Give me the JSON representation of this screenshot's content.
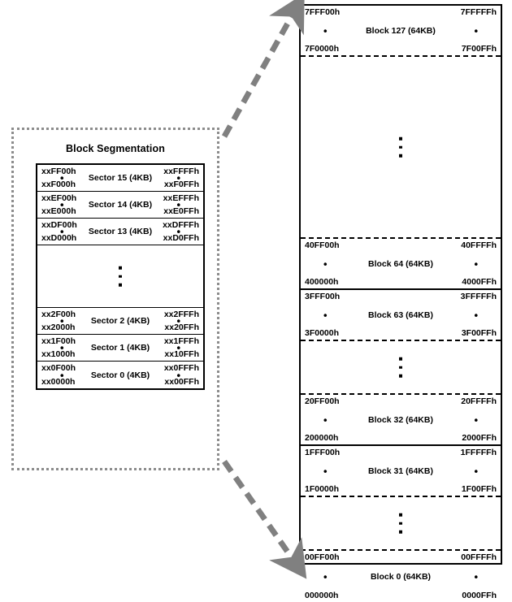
{
  "left_panel": {
    "title": "Block Segmentation",
    "sectors": [
      {
        "top_left": "xxFF00h",
        "bottom_left": "xxF000h",
        "label": "Sector 15 (4KB)",
        "top_right": "xxFFFFh",
        "bottom_right": "xxF0FFh"
      },
      {
        "top_left": "xxEF00h",
        "bottom_left": "xxE000h",
        "label": "Sector 14 (4KB)",
        "top_right": "xxEFFFh",
        "bottom_right": "xxE0FFh"
      },
      {
        "top_left": "xxDF00h",
        "bottom_left": "xxD000h",
        "label": "Sector 13 (4KB)",
        "top_right": "xxDFFFh",
        "bottom_right": "xxD0FFh"
      },
      {
        "top_left": "xx2F00h",
        "bottom_left": "xx2000h",
        "label": "Sector 2 (4KB)",
        "top_right": "xx2FFFh",
        "bottom_right": "xx20FFh"
      },
      {
        "top_left": "xx1F00h",
        "bottom_left": "xx1000h",
        "label": "Sector 1 (4KB)",
        "top_right": "xx1FFFh",
        "bottom_right": "xx10FFh"
      },
      {
        "top_left": "xx0F00h",
        "bottom_left": "xx0000h",
        "label": "Sector 0 (4KB)",
        "top_right": "xx0FFFh",
        "bottom_right": "xx00FFh"
      }
    ],
    "ellipsis": "vertical-three-dots",
    "midpoint_dot": "•"
  },
  "right_panel": {
    "blocks": [
      {
        "top_left": "7FFF00h",
        "bottom_left": "7F0000h",
        "label": "Block 127 (64KB)",
        "top_right": "7FFFFFh",
        "bottom_right": "7F00FFh"
      },
      {
        "top_left": "40FF00h",
        "bottom_left": "400000h",
        "label": "Block 64 (64KB)",
        "top_right": "40FFFFh",
        "bottom_right": "4000FFh"
      },
      {
        "top_left": "3FFF00h",
        "bottom_left": "3F0000h",
        "label": "Block 63 (64KB)",
        "top_right": "3FFFFFh",
        "bottom_right": "3F00FFh"
      },
      {
        "top_left": "20FF00h",
        "bottom_left": "200000h",
        "label": "Block 32 (64KB)",
        "top_right": "20FFFFh",
        "bottom_right": "2000FFh"
      },
      {
        "top_left": "1FFF00h",
        "bottom_left": "1F0000h",
        "label": "Block 31 (64KB)",
        "top_right": "1FFFFFh",
        "bottom_right": "1F00FFh"
      },
      {
        "top_left": "00FF00h",
        "bottom_left": "000000h",
        "label": "Block 0 (64KB)",
        "top_right": "00FFFFh",
        "bottom_right": "0000FFh"
      }
    ],
    "ellipsis": "vertical-three-dots",
    "midpoint_dot": "•"
  },
  "connectors": {
    "top_arrow": "dash-dot-arrow-up-right",
    "bottom_arrow": "dash-dot-arrow-down-right",
    "color": "#808080"
  }
}
